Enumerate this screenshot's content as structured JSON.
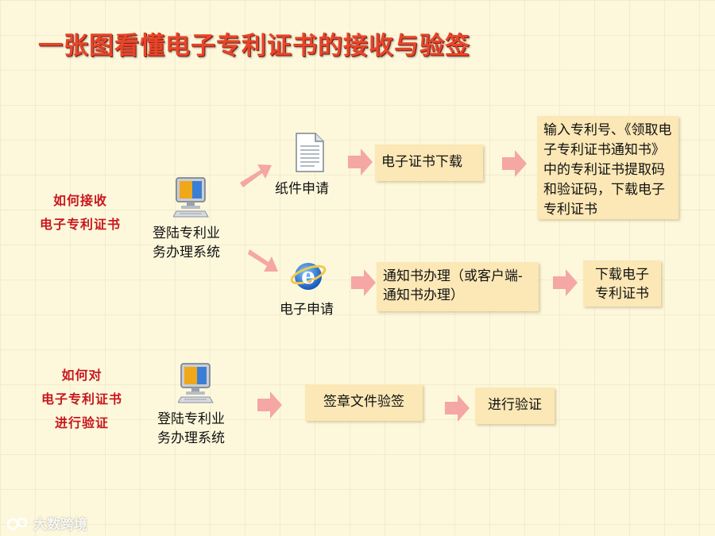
{
  "title": "一张图看懂电子专利证书的接收与验签",
  "section1": {
    "label_line1": "如何接收",
    "label_line2": "电子专利证书",
    "computer_caption_line1": "登陆专利业",
    "computer_caption_line2": "务办理系统",
    "paper_caption": "纸件申请",
    "electronic_caption": "电子申请",
    "paper_step1": "电子证书下载",
    "paper_step2": "输入专利号、《领取电子专利证书通知书》中的专利证书提取码和验证码，下载电子专利证书",
    "electronic_step1": "通知书办理（或客户端-通知书办理）",
    "electronic_step2": "下载电子专利证书"
  },
  "section2": {
    "label_line1": "如何对",
    "label_line2": "电子专利证书",
    "label_line3": "进行验证",
    "computer_caption_line1": "登陆专利业",
    "computer_caption_line2": "务办理系统",
    "step1": "签章文件验签",
    "step2": "进行验证"
  },
  "watermark": "大数跨境",
  "colors": {
    "title": "#e8452a",
    "label": "#c8171e",
    "box": "#fbe8b6",
    "arrow": "#f4a7a5"
  }
}
